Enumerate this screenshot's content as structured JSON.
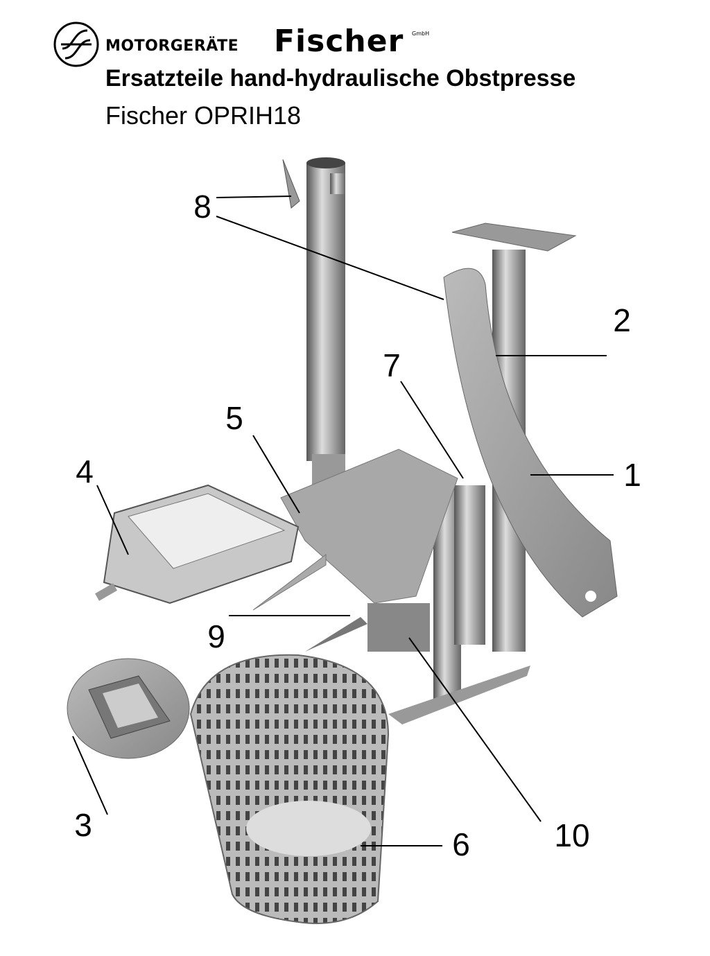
{
  "header": {
    "brand_prefix": "MOTORGERÄTE",
    "brand_name": "Fischer",
    "brand_suffix": "GmbH",
    "title": "Ersatzteile hand-hydraulische Obstpresse",
    "subtitle": "Fischer OPRIH18"
  },
  "callouts": [
    "1",
    "2",
    "3",
    "4",
    "5",
    "6",
    "7",
    "8",
    "9",
    "10"
  ]
}
